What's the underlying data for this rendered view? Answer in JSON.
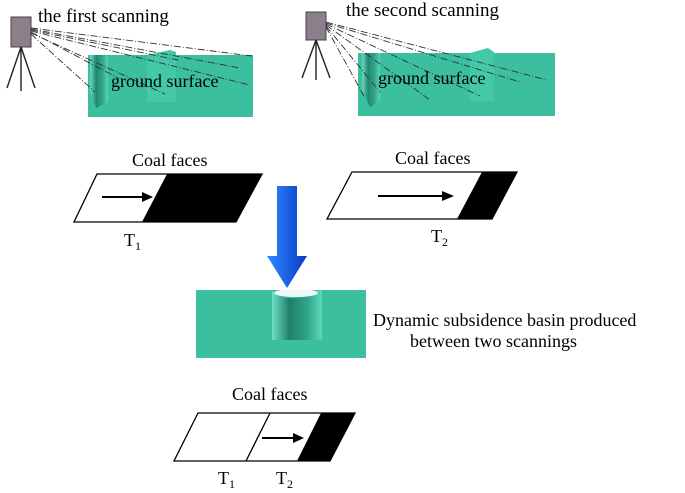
{
  "scan1": {
    "label": "the first scanning",
    "surface_label": "ground surface"
  },
  "scan2": {
    "label": "the second scanning",
    "surface_label": "ground surface"
  },
  "face1": {
    "title": "Coal faces",
    "time_label": "T",
    "time_sub": "1"
  },
  "face2": {
    "title": "Coal faces",
    "time_label": "T",
    "time_sub": "2"
  },
  "basin": {
    "caption_line1": "Dynamic subsidence basin produced",
    "caption_line2": "between two scannings"
  },
  "face3": {
    "title": "Coal faces",
    "t1_label": "T",
    "t1_sub": "1",
    "t2_label": "T",
    "t2_sub": "2"
  },
  "colors": {
    "surface": "#3cbf9f",
    "surface_dark": "#2a8f78",
    "scanner": "#8c7f8c",
    "flow_arrow": "#1e5ef0"
  }
}
